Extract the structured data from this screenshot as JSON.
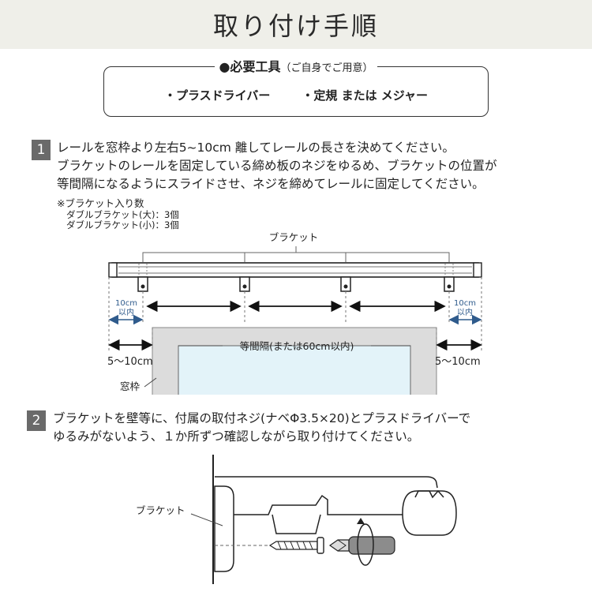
{
  "header": {
    "title": "取り付け手順"
  },
  "tools": {
    "heading": "●必要工具",
    "heading_note": "（ご自身でご用意）",
    "items": [
      "・プラスドライバー",
      "・定規 または メジャー"
    ]
  },
  "step1": {
    "number": "1",
    "lines": [
      "レールを窓枠より左右5~10cm 離してレールの長さを決めてください。",
      "ブラケットのレールを固定している締め板のネジをゆるめ、ブラケットの位置が",
      "等間隔になるようにスライドさせ、ネジを締めてレールに固定してください。"
    ],
    "note_title": "※ブラケット入り数",
    "note_items": [
      "ダブルブラケット(大)：3個",
      "ダブルブラケット(小)：3個"
    ],
    "diagram": {
      "bracket_label": "ブラケット",
      "left_limit_line1": "10cm",
      "left_limit_line2": "以内",
      "right_limit_line1": "10cm",
      "right_limit_line2": "以内",
      "equal_spacing": "等間隔(または60cm以内)",
      "left_offset": "5〜10cm",
      "right_offset": "5〜10cm",
      "window_frame": "窓枠"
    }
  },
  "step2": {
    "number": "2",
    "lines": [
      "ブラケットを壁等に、付属の取付ネジ(ナベΦ3.5×20)とプラスドライバーで",
      "ゆるみがないよう、１か所ずつ確認しながら取り付けてください。"
    ],
    "diagram": {
      "bracket_label": "ブラケット"
    }
  },
  "colors": {
    "header_bg": "#efefe9",
    "step_badge": "#6a6a6a",
    "dimension_blue": "#2f5b8c",
    "glass": "#e3f3f9"
  }
}
